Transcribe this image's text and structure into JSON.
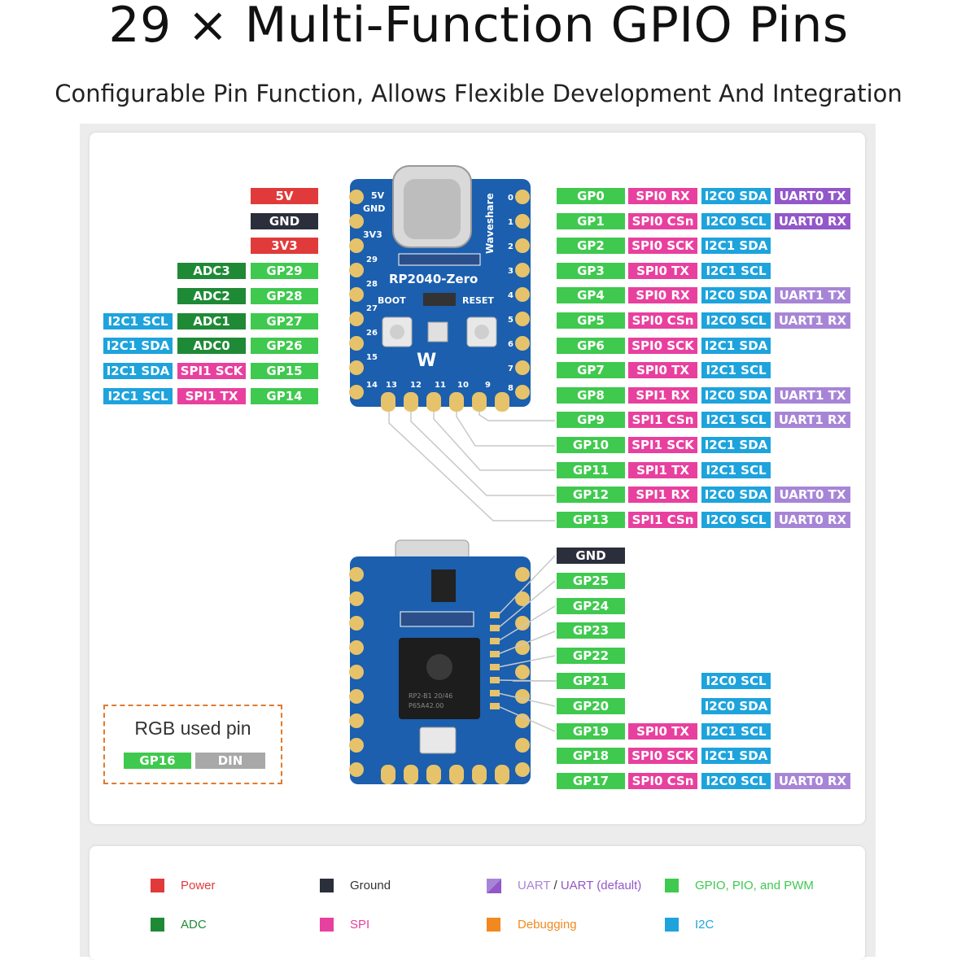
{
  "heading": {
    "title": "29 × Multi-Function GPIO Pins",
    "subtitle": "Configurable Pin Function, Allows Flexible Development And Integration"
  },
  "colors": {
    "power": "#e13a3a",
    "ground": "#2b2e3b",
    "uart": "#9257c9",
    "uart_default": "#a785d6",
    "gpio": "#3fc94e",
    "adc": "#1f8a36",
    "spi": "#e8409e",
    "debugging": "#f2891e",
    "i2c": "#1ea3dc",
    "pin_off": "#a8a8a8",
    "board": "#1b5fae"
  },
  "board": {
    "top_labels": {
      "v5": "5V",
      "gnd": "GND",
      "v33": "3V3",
      "brand": "Waveshare",
      "name": "RP2040-Zero",
      "boot": "BOOT",
      "reset": "RESET",
      "left_nums": [
        "29",
        "28",
        "27",
        "26",
        "15"
      ],
      "right_nums": [
        "0",
        "1",
        "2",
        "3",
        "4",
        "5",
        "6",
        "7",
        "8"
      ],
      "bottom_nums": [
        "14",
        "13",
        "12",
        "11",
        "10",
        "9"
      ]
    },
    "bottom_labels": {
      "chip_line1": "RP2-B1  20/46",
      "chip_line2": "P65A42.00"
    }
  },
  "left_pins": [
    {
      "pin": {
        "text": "5V",
        "color": "#e13a3a"
      }
    },
    {
      "pin": {
        "text": "GND",
        "color": "#2b2e3b"
      }
    },
    {
      "pin": {
        "text": "3V3",
        "color": "#e13a3a"
      }
    },
    {
      "pin": {
        "text": "GP29",
        "color": "#3fc94e"
      },
      "adc": {
        "text": "ADC3",
        "color": "#1f8a36"
      }
    },
    {
      "pin": {
        "text": "GP28",
        "color": "#3fc94e"
      },
      "adc": {
        "text": "ADC2",
        "color": "#1f8a36"
      }
    },
    {
      "pin": {
        "text": "GP27",
        "color": "#3fc94e"
      },
      "adc": {
        "text": "ADC1",
        "color": "#1f8a36"
      },
      "i2c": {
        "text": "I2C1 SCL",
        "color": "#1ea3dc"
      }
    },
    {
      "pin": {
        "text": "GP26",
        "color": "#3fc94e"
      },
      "adc": {
        "text": "ADC0",
        "color": "#1f8a36"
      },
      "i2c": {
        "text": "I2C1 SDA",
        "color": "#1ea3dc"
      }
    },
    {
      "pin": {
        "text": "GP15",
        "color": "#3fc94e"
      },
      "adc": {
        "text": "SPI1 SCK",
        "color": "#e8409e"
      },
      "i2c": {
        "text": "I2C1 SDA",
        "color": "#1ea3dc"
      }
    },
    {
      "pin": {
        "text": "GP14",
        "color": "#3fc94e"
      },
      "adc": {
        "text": "SPI1 TX",
        "color": "#e8409e"
      },
      "i2c": {
        "text": "I2C1 SCL",
        "color": "#1ea3dc"
      }
    }
  ],
  "right_pins": [
    {
      "gp": "GP0",
      "spi": "SPI0 RX",
      "i2c": "I2C0 SDA",
      "uart": "UART0 TX",
      "uart_default": true
    },
    {
      "gp": "GP1",
      "spi": "SPI0 CSn",
      "i2c": "I2C0 SCL",
      "uart": "UART0 RX",
      "uart_default": true
    },
    {
      "gp": "GP2",
      "spi": "SPI0 SCK",
      "i2c": "I2C1 SDA",
      "uart": ""
    },
    {
      "gp": "GP3",
      "spi": "SPI0 TX",
      "i2c": "I2C1 SCL",
      "uart": ""
    },
    {
      "gp": "GP4",
      "spi": "SPI0 RX",
      "i2c": "I2C0 SDA",
      "uart": "UART1 TX",
      "uart_default": false
    },
    {
      "gp": "GP5",
      "spi": "SPI0 CSn",
      "i2c": "I2C0 SCL",
      "uart": "UART1 RX",
      "uart_default": false
    },
    {
      "gp": "GP6",
      "spi": "SPI0 SCK",
      "i2c": "I2C1 SDA",
      "uart": ""
    },
    {
      "gp": "GP7",
      "spi": "SPI0 TX",
      "i2c": "I2C1 SCL",
      "uart": ""
    },
    {
      "gp": "GP8",
      "spi": "SPI1 RX",
      "i2c": "I2C0 SDA",
      "uart": "UART1 TX",
      "uart_default": false
    },
    {
      "gp": "GP9",
      "spi": "SPI1 CSn",
      "i2c": "I2C1 SCL",
      "uart": "UART1 RX",
      "uart_default": false
    },
    {
      "gp": "GP10",
      "spi": "SPI1 SCK",
      "i2c": "I2C1 SDA",
      "uart": ""
    },
    {
      "gp": "GP11",
      "spi": "SPI1 TX",
      "i2c": "I2C1 SCL",
      "uart": ""
    },
    {
      "gp": "GP12",
      "spi": "SPI1 RX",
      "i2c": "I2C0 SDA",
      "uart": "UART0 TX",
      "uart_default": false
    },
    {
      "gp": "GP13",
      "spi": "SPI1 CSn",
      "i2c": "I2C0 SCL",
      "uart": "UART0 RX",
      "uart_default": false
    }
  ],
  "bottom_pins": [
    {
      "gp": "GND",
      "ground": true
    },
    {
      "gp": "GP25"
    },
    {
      "gp": "GP24"
    },
    {
      "gp": "GP23"
    },
    {
      "gp": "GP22"
    },
    {
      "gp": "GP21",
      "i2c": "I2C0 SCL"
    },
    {
      "gp": "GP20",
      "i2c": "I2C0 SDA"
    },
    {
      "gp": "GP19",
      "spi": "SPI0 TX",
      "i2c": "I2C1 SCL"
    },
    {
      "gp": "GP18",
      "spi": "SPI0 SCK",
      "i2c": "I2C1 SDA"
    },
    {
      "gp": "GP17",
      "spi": "SPI0 CSn",
      "i2c": "I2C0 SCL",
      "uart": "UART0 RX",
      "uart_default": false
    }
  ],
  "rgb": {
    "label": "RGB used pin",
    "pin": "GP16",
    "din": "DIN"
  },
  "legend": {
    "power": "Power",
    "ground": "Ground",
    "uart": "UART",
    "uart_sep": " / ",
    "uart_default": "UART (default)",
    "gpio": "GPIO, PIO, and PWM",
    "adc": "ADC",
    "spi": "SPI",
    "debugging": "Debugging",
    "i2c": "I2C"
  }
}
